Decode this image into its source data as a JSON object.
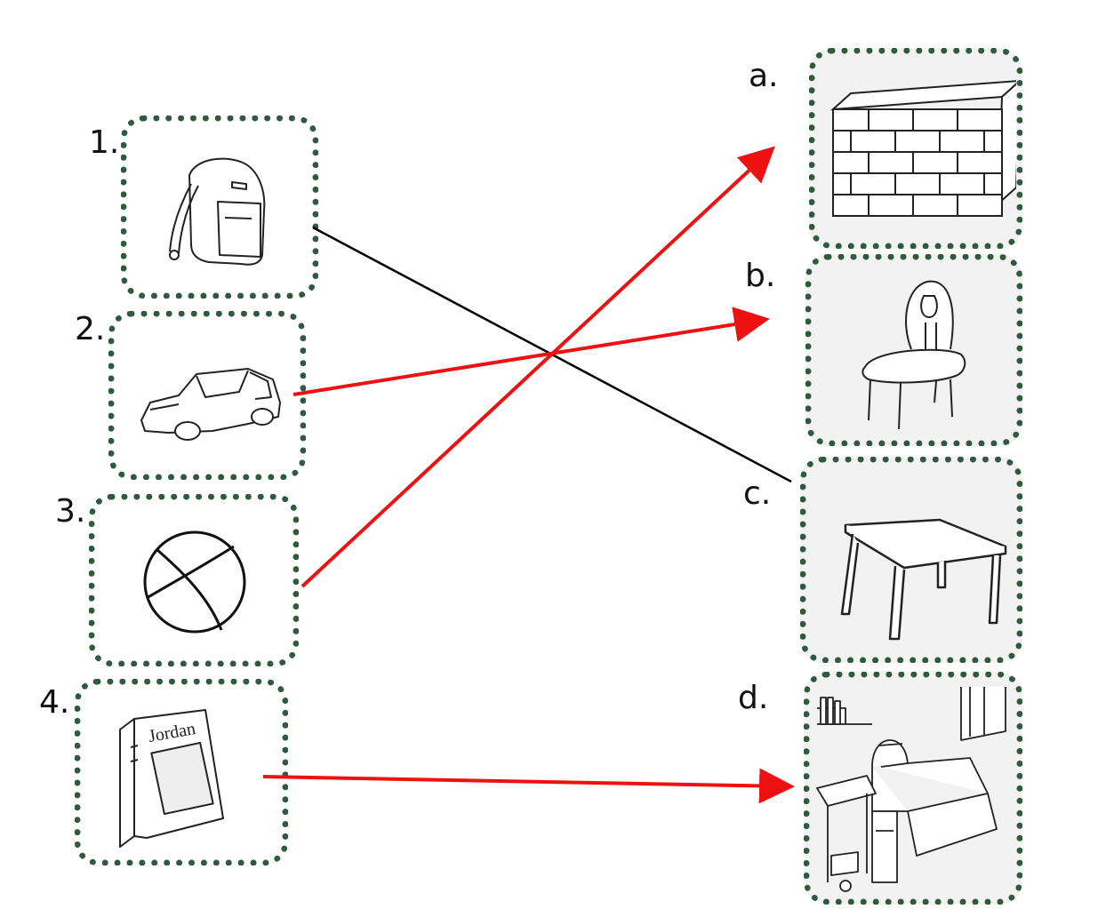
{
  "left_items": [
    {
      "num": "1.",
      "icon": "backpack-icon"
    },
    {
      "num": "2.",
      "icon": "car-icon"
    },
    {
      "num": "3.",
      "icon": "ball-icon"
    },
    {
      "num": "4.",
      "icon": "book-icon",
      "book_title": "Jordan"
    }
  ],
  "right_items": [
    {
      "letter": "a.",
      "icon": "brick-wall-icon"
    },
    {
      "letter": "b.",
      "icon": "chair-icon"
    },
    {
      "letter": "c.",
      "icon": "table-icon"
    },
    {
      "letter": "d.",
      "icon": "bedroom-icon"
    }
  ],
  "connections": [
    {
      "from": "1.",
      "to": "c.",
      "color": "#000000",
      "arrow": false
    },
    {
      "from": "2.",
      "to": "b.",
      "color": "#ee1111",
      "arrow": true
    },
    {
      "from": "3.",
      "to": "a.",
      "color": "#ee1111",
      "arrow": true
    },
    {
      "from": "4.",
      "to": "d.",
      "color": "#ee1111",
      "arrow": true
    }
  ],
  "colors": {
    "frame": "#2f5a3f",
    "answer_line": "#ee1111",
    "pencil_line": "#000000"
  }
}
